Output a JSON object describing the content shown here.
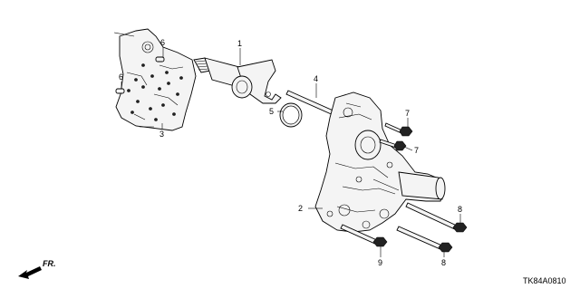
{
  "callouts": {
    "c1": "1",
    "c2": "2",
    "c3": "3",
    "c4": "4",
    "c5": "5",
    "c6a": "6",
    "c6b": "6",
    "c7a": "7",
    "c7b": "7",
    "c8a": "8",
    "c8b": "8",
    "c9": "9"
  },
  "direction_label": "FR.",
  "diagram_code": "TK84A0810"
}
